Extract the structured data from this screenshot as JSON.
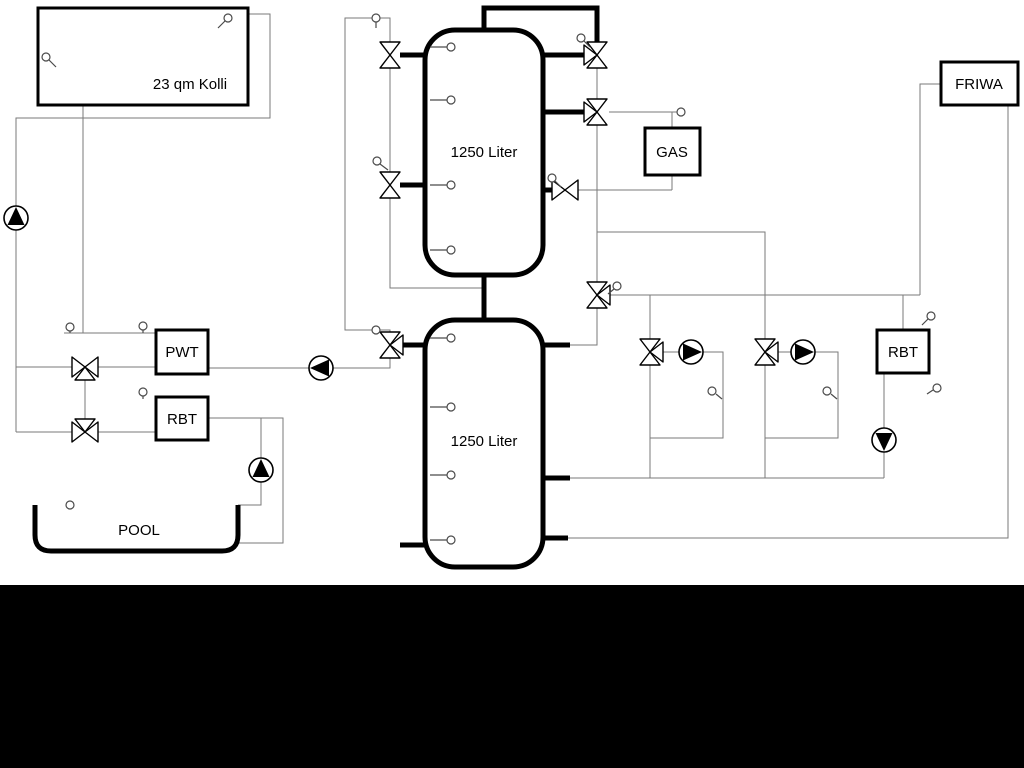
{
  "diagram": {
    "collector": {
      "label": "23 qm Kolli"
    },
    "buffer_tank_top": {
      "label": "1250 Liter"
    },
    "buffer_tank_bottom": {
      "label": "1250 Liter"
    },
    "pwt": {
      "label": "PWT"
    },
    "rbt_left": {
      "label": "RBT"
    },
    "rbt_right": {
      "label": "RBT"
    },
    "gas": {
      "label": "GAS"
    },
    "friwa": {
      "label": "FRIWA"
    },
    "pool": {
      "label": "POOL"
    },
    "colors": {
      "pipe_thin": "#7a7a7a",
      "pipe_thick": "#000000",
      "background": "#ffffff",
      "letterbox": "#000000"
    }
  }
}
